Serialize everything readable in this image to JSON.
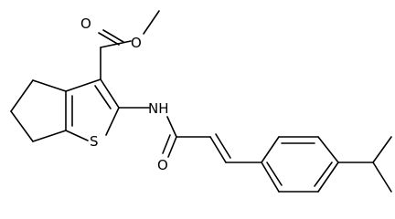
{
  "molecule": {
    "atoms": {
      "O_carbonyl_ester": "O",
      "O_ester": "O",
      "S_ring": "S",
      "N_amide": "NH",
      "O_amide": "O"
    }
  }
}
